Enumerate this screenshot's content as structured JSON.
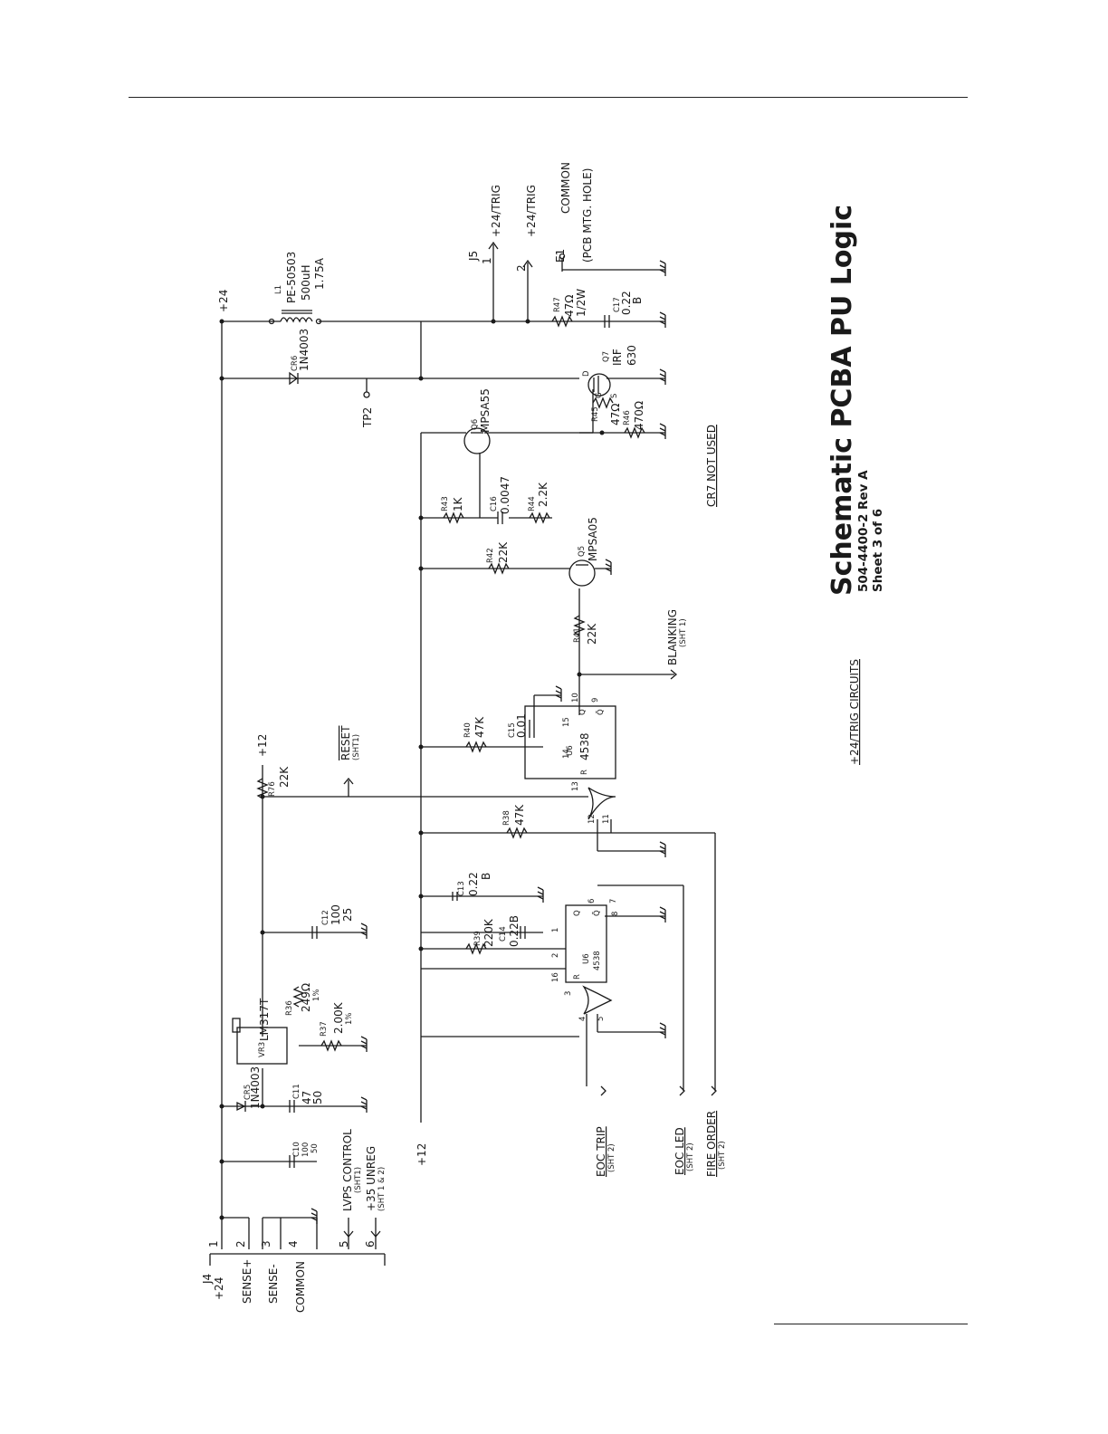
{
  "title": {
    "main": "Schematic PCBA PU Logic",
    "doc_rev": "504-4400-2  Rev A",
    "sheet": "Sheet 3 of 6"
  },
  "section_label": "+24/TRIG  CIRCUITS",
  "connectors": {
    "j4": {
      "ref": "J4",
      "pins": [
        {
          "num": "1",
          "label": "+24"
        },
        {
          "num": "2",
          "label": "SENSE+"
        },
        {
          "num": "3",
          "label": "SENSE-"
        },
        {
          "num": "4",
          "label": "COMMON"
        },
        {
          "num": "5",
          "label": "LVPS CONTROL",
          "note": "(SHT1)"
        },
        {
          "num": "6",
          "label": "+35 UNREG",
          "note": "(SHT 1 & 2)"
        }
      ]
    },
    "j5": {
      "ref": "J5",
      "pins": [
        {
          "num": "1",
          "label": "+24/TRIG"
        },
        {
          "num": "2",
          "label": "+24/TRIG"
        }
      ]
    },
    "e1": {
      "ref": "E1",
      "label": "COMMON",
      "note": "(PCB MTG. HOLE)"
    }
  },
  "rails": {
    "p24": "+24",
    "p12_a": "+12",
    "p12_b": "+12",
    "tp2": "TP2"
  },
  "signals": {
    "reset": "RESET",
    "reset_sheet": "(SHT1)",
    "blanking": "BLANKING",
    "blanking_sheet": "(SHT 1)",
    "eoc_trip": "EOC TRIP",
    "eoc_trip_sheet": "(SHT 2)",
    "eoc_led": "EOC LED",
    "eoc_led_sheet": "(SHT 2)",
    "fire_order": "FIRE ORDER",
    "fire_order_sheet": "(SHT 2)",
    "cr7_note": "CR7  NOT USED"
  },
  "components": {
    "l1": {
      "ref": "L1",
      "part": "PE-50503",
      "v1": "500uH",
      "v2": "1.75A"
    },
    "cr6": {
      "ref": "CR6",
      "part": "1N4003"
    },
    "cr5": {
      "ref": "CR5",
      "part": "1N4003"
    },
    "vr3": {
      "ref": "VR3",
      "part": "LM317T"
    },
    "q7": {
      "ref": "Q7",
      "part": "IRF",
      "part2": "630"
    },
    "q6": {
      "ref": "Q6",
      "part": "MPSA55"
    },
    "q5": {
      "ref": "Q5",
      "part": "MPSA05"
    },
    "u6a": {
      "ref": "U6",
      "part": "4538"
    },
    "u6b": {
      "ref": "U6",
      "part": "4538"
    },
    "r47": {
      "ref": "R47",
      "v1": "47Ω",
      "v2": "1/2W"
    },
    "c17": {
      "ref": "C17",
      "v1": "0.22",
      "v2": "B"
    },
    "r45": {
      "ref": "R45",
      "v1": "47Ω"
    },
    "r46": {
      "ref": "R46",
      "v1": "470Ω"
    },
    "r43": {
      "ref": "R43",
      "v1": "1K"
    },
    "c16": {
      "ref": "C16",
      "v1": "0.0047"
    },
    "r44": {
      "ref": "R44",
      "v1": "2.2K"
    },
    "r42": {
      "ref": "R42",
      "v1": "22K"
    },
    "r41": {
      "ref": "R41",
      "v1": "22K"
    },
    "r40": {
      "ref": "R40",
      "v1": "47K"
    },
    "c15": {
      "ref": "C15",
      "v1": "0.01"
    },
    "r76": {
      "ref": "R76",
      "v1": "22K"
    },
    "r38": {
      "ref": "R38",
      "v1": "47K"
    },
    "c13": {
      "ref": "C13",
      "v1": "0.22",
      "v2": "B"
    },
    "r39": {
      "ref": "R39",
      "v1": "220K"
    },
    "c14": {
      "ref": "C14",
      "v1": "0.22B"
    },
    "c12": {
      "ref": "C12",
      "v1": "100",
      "v2": "25"
    },
    "r36": {
      "ref": "R36",
      "v1": "249Ω",
      "v2": "1%"
    },
    "r37": {
      "ref": "R37",
      "v1": "2.00K",
      "v2": "1%"
    },
    "c11": {
      "ref": "C11",
      "v1": "47",
      "v2": "50"
    },
    "c10": {
      "ref": "C10",
      "v1": "100",
      "v2": "50"
    }
  },
  "pins": {
    "u6a": [
      "10",
      "9",
      "15",
      "14",
      "13",
      "11",
      "12",
      "Q",
      "Q̄",
      "R"
    ],
    "u6b": [
      "6",
      "7",
      "1",
      "2",
      "16",
      "3",
      "4",
      "5",
      "Q",
      "Q̄",
      "R",
      "8"
    ],
    "q7": [
      "D",
      "G",
      "S"
    ]
  }
}
